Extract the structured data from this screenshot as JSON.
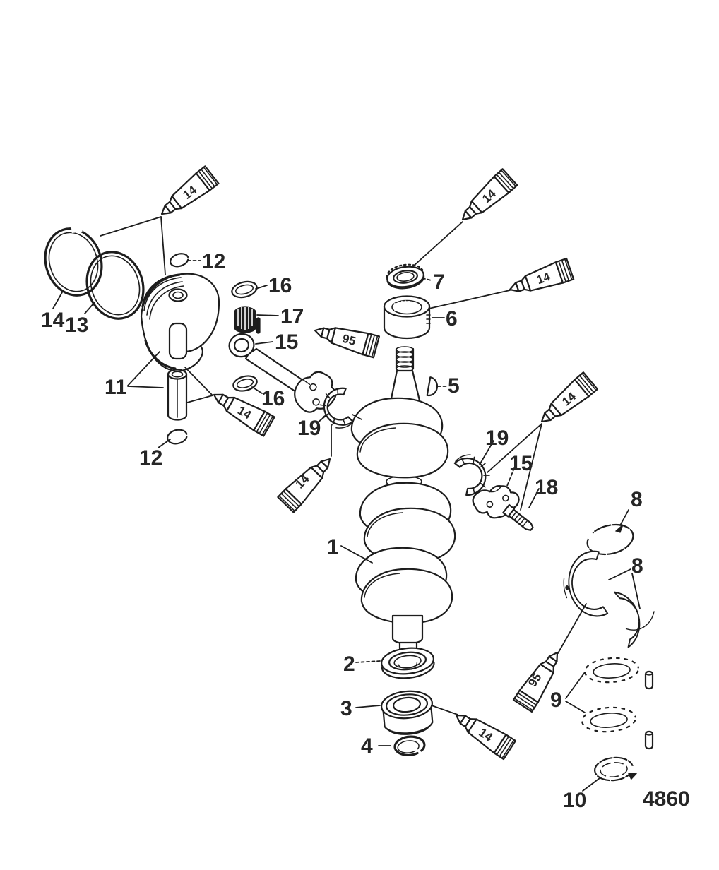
{
  "diagram": {
    "sheet_number": "4860",
    "background_color": "#ffffff",
    "ink_color": "#1d1d1d",
    "callouts": [
      {
        "part": "piston-ring-top",
        "label": "14"
      },
      {
        "part": "piston-ring-second",
        "label": "13"
      },
      {
        "part": "wrist-pin-lock-ring-upper",
        "label": "12"
      },
      {
        "part": "wrist-pin-washer-upper",
        "label": "16"
      },
      {
        "part": "small-end-needle-bearing",
        "label": "17"
      },
      {
        "part": "connecting-rod",
        "label": "15"
      },
      {
        "part": "wrist-pin-washer-lower",
        "label": "16"
      },
      {
        "part": "piston-and-wrist-pin",
        "label": "11"
      },
      {
        "part": "wrist-pin-lock-ring-lower",
        "label": "12"
      },
      {
        "part": "upper-oil-seal",
        "label": "7"
      },
      {
        "part": "upper-main-bearing",
        "label": "6"
      },
      {
        "part": "woodruff-key",
        "label": "5"
      },
      {
        "part": "rod-bearing-half-left",
        "label": "19"
      },
      {
        "part": "rod-bearing-half-right",
        "label": "19"
      },
      {
        "part": "rod-cap",
        "label": "15"
      },
      {
        "part": "rod-cap-screw",
        "label": "18"
      },
      {
        "part": "crankshaft",
        "label": "1"
      },
      {
        "part": "center-main-retaining-ring",
        "label": "8"
      },
      {
        "part": "center-main-bearing-shells",
        "label": "8"
      },
      {
        "part": "center-main-roller-cages",
        "label": "9"
      },
      {
        "part": "center-main-locating-ring",
        "label": "10"
      },
      {
        "part": "lower-oil-seal",
        "label": "2"
      },
      {
        "part": "lower-ball-bearing",
        "label": "3"
      },
      {
        "part": "lower-retaining-clip",
        "label": "4"
      }
    ],
    "tubes": [
      {
        "position": "top-left-at-rings",
        "label": "14"
      },
      {
        "position": "upper-right-at-seal",
        "label": "14"
      },
      {
        "position": "right-of-upper-bearing",
        "label": "14"
      },
      {
        "position": "at-wrist-pin",
        "label": "14"
      },
      {
        "position": "below-left-rod-bearing",
        "label": "14"
      },
      {
        "position": "right-of-rod-cap",
        "label": "14"
      },
      {
        "position": "at-lower-bearing",
        "label": "14"
      },
      {
        "position": "at-small-end-bearing",
        "label": "95"
      },
      {
        "position": "above-bearing-shells",
        "label": "95"
      }
    ]
  }
}
